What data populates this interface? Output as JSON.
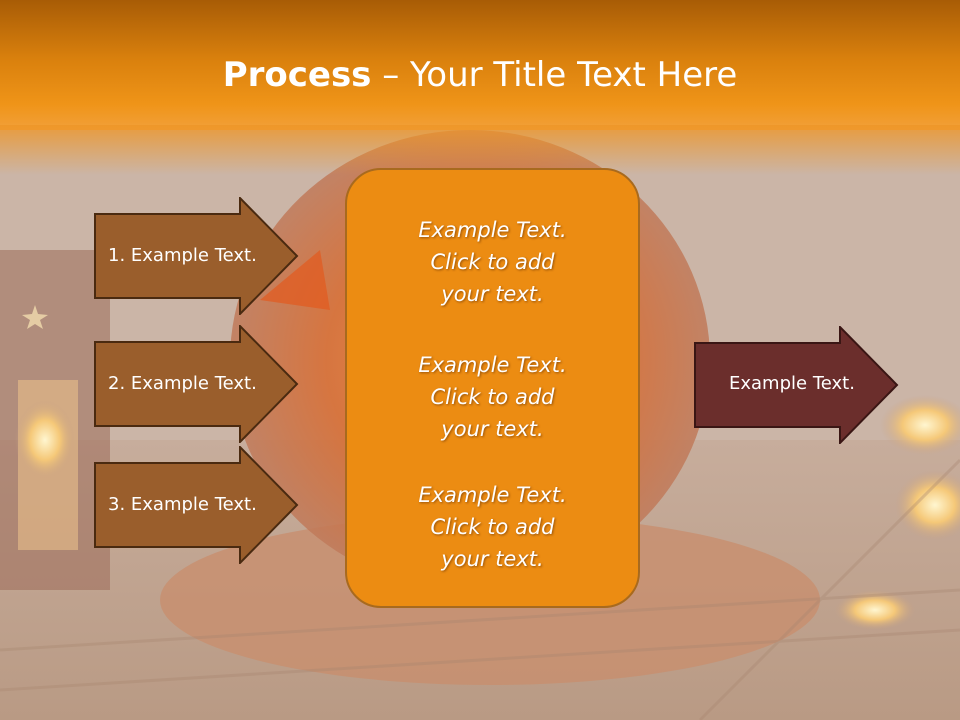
{
  "slide": {
    "title_bold": "Process",
    "title_rest": " – Your Title Text Here"
  },
  "steps": [
    {
      "label": "1. Example Text."
    },
    {
      "label": "2. Example Text."
    },
    {
      "label": "3. Example Text."
    }
  ],
  "center": {
    "blocks": [
      {
        "line1": "Example Text.",
        "line2": "Click  to add",
        "line3": "your text."
      },
      {
        "line1": "Example Text.",
        "line2": "Click  to add",
        "line3": "your text."
      },
      {
        "line1": "Example Text.",
        "line2": "Click  to add",
        "line3": "your text."
      }
    ]
  },
  "result": {
    "label": "Example Text."
  },
  "colors": {
    "header": "#d9800d",
    "step_arrow": "#9a5e2c",
    "center_box": "#ec8c12",
    "result_arrow": "#6b2e2c"
  }
}
